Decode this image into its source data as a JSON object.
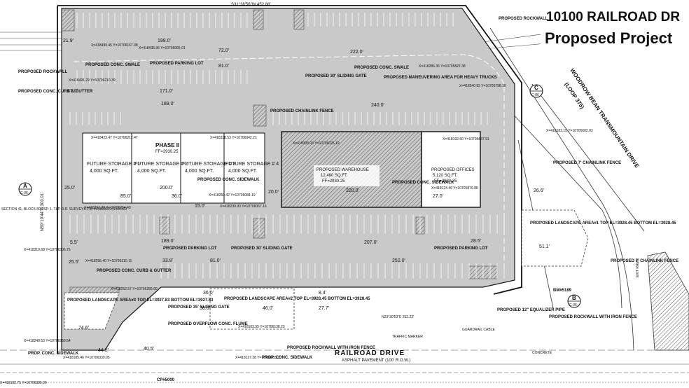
{
  "header": {
    "address": "10100 RAILROAD DR",
    "subtitle": "Proposed Project"
  },
  "site": {
    "north_boundary": "S31°38'56\"W 452.88'",
    "west_boundary": "N59°19'44\"E 300.01'",
    "road_name": "RAILROAD DRIVE",
    "road_note": "ASPHALT PAVEMENT (100' R.O.W.)",
    "highway_name": "WOODROW BEAN TRANSMOUNTAIN DRIVE",
    "highway_note": "(LOOP 375)",
    "survey_note": "SECTION 41, BLOCK 80 TSP. 1, T&P R.R. SURVEYS PID #X580999141100120",
    "phase_label": "PHASE II",
    "phase_ff": "FF=2930.25"
  },
  "buildings": {
    "storage": [
      {
        "name": "FUTURE STORAGE # 1",
        "area": "4,000 SQ.FT."
      },
      {
        "name": "FUTURE STORAGE # 2",
        "area": "4,000 SQ.FT."
      },
      {
        "name": "FUTURE STORAGE # 3",
        "area": "4,000 SQ.FT."
      },
      {
        "name": "FUTURE STORAGE # 4",
        "area": "4,000 SQ.FT."
      }
    ],
    "warehouse": {
      "name": "PROPOSED WAREHOUSE",
      "area": "12,480 SQ.FT.",
      "ff": "FF=2930.25"
    },
    "offices": {
      "name": "PROPOSED OFFICES",
      "area": "5,120 SQ.FT.",
      "ff": "FF=2930.25"
    }
  },
  "callouts": {
    "rockwall_tl": "PROPOSED ROCKWALL",
    "swale_tl": "PROPOSED CONC. SWALE",
    "curb_tl": "PROPOSED CONC. CURB & GUTTER",
    "parking_top": "PROPOSED PARKING LOT",
    "gate_top": "PROPOSED 30' SLIDING GATE",
    "swale_top": "PROPOSED CONC. SWALE",
    "maneuver": "PROPOSED MANEUVERING AREA FOR HEAVY TRUCKS",
    "rockwall_tr": "PROPOSED ROCKWALL",
    "fence_mid": "PROPOSED CHAINLINK FENCE",
    "sidewalk_mid": "PROPOSED CONC. SIDEWALK",
    "sidewalk_right": "PROPOSED CONC. SIDEWALK",
    "fence_right": "PROPOSED 7' CHAINLINK FENCE",
    "landscape1": "PROPOSED LANDSCAPE AREA#1 TOP EL=3928.45 BOTTOM EL=3928.45",
    "fence_right2": "PROPOSED 7' CHAINLINK FENCE",
    "parking_bl": "PROPOSED PARKING LOT",
    "gate_bottom": "PROPOSED 30' SLIDING GATE",
    "parking_br": "PROPOSED PARKING LOT",
    "curb_bl": "PROPOSED CONC. CURB & GUTTER",
    "landscape3": "PROPOSED LANDSCAPE AREA#3 TOP EL=3927.83 BOTTOM EL=3927.83",
    "gate_35": "PROPOSED 35' SLIDING GATE",
    "flume": "PROPOSED OVERFLOW CONC. FLUME",
    "landscape2": "PROPOSED LANDSCAPE AREA#2 TOP EL=3928.45 BOTTOM EL=3928.45",
    "equalizer": "PROPOSED 12\" EQUALIZER PIPE",
    "rockwall_br": "PROPOSED ROCKWALL WITH IRON FENCE",
    "rockwall_bm": "PROPOSED ROCKWALL WITH IRON FENCE",
    "sidewalk_bl": "PROP. CONC. SIDEWALK",
    "sidewalk_bm": "PROP. CONC. SIDEWALK",
    "bm": "BM#5189",
    "cp": "CP#5000"
  },
  "dimensions": {
    "d1": "198.0'",
    "d2": "72.0'",
    "d3": "81.0'",
    "d4": "171.0'",
    "d5": "189.0'",
    "d6": "240.0'",
    "d7": "222.0'",
    "d8": "47.0'",
    "d9": "21.9'",
    "d10": "200.0'",
    "d11": "85.0'",
    "d12": "36.0'",
    "d13": "220.0'",
    "d14": "207.0'",
    "d15": "252.0'",
    "d16": "189.0'",
    "d17": "81.0'",
    "d18": "33.8'",
    "d19": "25.0'",
    "d20": "20.0'",
    "d21": "27.0'",
    "d22": "26.6'",
    "d23": "51.1'",
    "d24": "74.6'",
    "d25": "44.5'",
    "d26": "40.5'",
    "d27": "15.0'",
    "d28": "5.5'",
    "d29": "8.4'",
    "d30": "27.7'",
    "d31": "28.5'",
    "d32": "25.5'",
    "d33": "36.0'",
    "d34": "30.0'",
    "d35": "46.0'"
  },
  "coords": {
    "c1": "X=418499.45 Y=10706167.98",
    "c2": "X=418435.96 Y=10706065.01",
    "c3": "X=418491.29 Y=10706210.39",
    "c4": "X=418286.36 Y=10705822.38",
    "c5": "X=418240.92 Y=10705798.10",
    "c6": "X=418423.47 Y=10706212.47",
    "c7": "X=418318.53 Y=10706042.21",
    "c8": "X=418308.03 Y=10706025.19",
    "c9": "X=418192.60 Y=10705837.91",
    "c10": "X=418183.15 Y=10705602.03",
    "c11": "X=418353.29 Y=10706254.49",
    "c12": "X=418250.42 Y=10706084.19",
    "c13": "X=418239.93 Y=10706067.16",
    "c14": "X=418124.49 Y=10705879.88",
    "c15": "X=418319.68 Y=10706306.76",
    "c16": "X=418295.40 Y=10706310.11",
    "c17": "X=418252.57 Y=10706289.90",
    "c18": "X=418103.55 Y=10706138.23",
    "c19": "X=418185.46 Y=10706339.05",
    "c20": "X=418137.28 Y=10706225.27",
    "c21": "X=418240.53 Y=10706360.54",
    "c22": "X=418192.75 Y=10706389.30"
  },
  "section_marks": [
    {
      "id": "A",
      "sheet": "C-06"
    },
    {
      "id": "B",
      "sheet": "C-06"
    },
    {
      "id": "C",
      "sheet": "C-06"
    }
  ],
  "misc": {
    "traffic": "TRAFFIC MARKER",
    "concrete": "CONCRETE",
    "exit_ramp": "EXIT RAMP",
    "guardrail": "GUARDRAIL CABLE",
    "ff_line": "N23°30'53\"E 252.23'"
  },
  "colors": {
    "pavement": "#c9c9c9",
    "building": "#ffffff",
    "hatch": "#8a8a8a",
    "line": "#1a1a1a"
  }
}
